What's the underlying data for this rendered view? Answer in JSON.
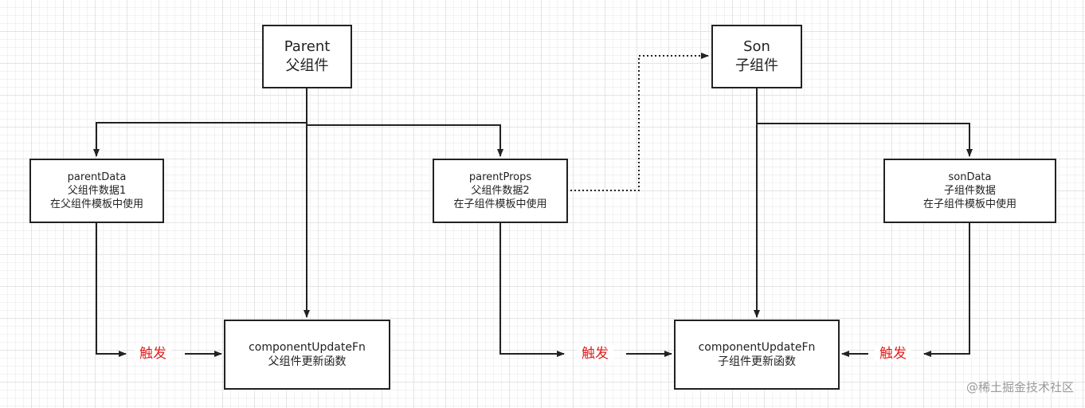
{
  "nodes": {
    "parent": {
      "lines": [
        "Parent",
        "父组件"
      ]
    },
    "son": {
      "lines": [
        "Son",
        "子组件"
      ]
    },
    "parent_data": {
      "lines": [
        "parentData",
        "父组件数据1",
        "在父组件模板中使用"
      ]
    },
    "parent_props": {
      "lines": [
        "parentProps",
        "父组件数据2",
        "在子组件模板中使用"
      ]
    },
    "son_data": {
      "lines": [
        "sonData",
        "子组件数据",
        "在子组件模板中使用"
      ]
    },
    "parent_update_fn": {
      "lines": [
        "componentUpdateFn",
        "父组件更新函数"
      ]
    },
    "son_update_fn": {
      "lines": [
        "componentUpdateFn",
        "子组件更新函数"
      ]
    }
  },
  "trigger_labels": [
    "触发",
    "触发",
    "触发"
  ],
  "watermark": "@稀土掘金技术社区",
  "colors": {
    "line": "#222222",
    "trigger": "#e02020",
    "grid": "#e4e4e4"
  }
}
